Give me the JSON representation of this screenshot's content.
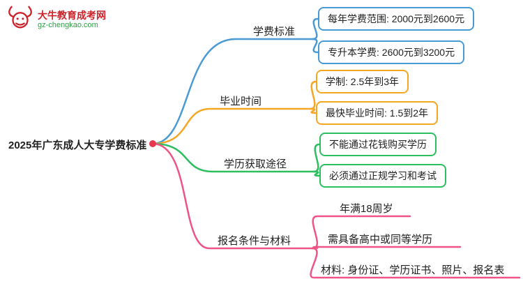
{
  "logo": {
    "title": "大牛教育成考网",
    "domain": "gz-chengkao.com",
    "icon": "bull-icon"
  },
  "root": {
    "label": "2025年广东成人大专学费标准"
  },
  "branches": [
    {
      "label": "学费标准",
      "color": "#4a9bd5",
      "children": [
        {
          "label": "每年学费范围: 2000元到2600元"
        },
        {
          "label": "专升本学费: 2600元到3200元"
        }
      ]
    },
    {
      "label": "毕业时间",
      "color": "#f5a623",
      "children": [
        {
          "label": "学制: 2.5年到3年"
        },
        {
          "label": "最快毕业时间: 1.5到2年"
        }
      ]
    },
    {
      "label": "学历获取途径",
      "color": "#2dbe60",
      "children": [
        {
          "label": "不能通过花钱购买学历"
        },
        {
          "label": "必须通过正规学习和考试"
        }
      ]
    },
    {
      "label": "报名条件与材料",
      "color": "#ee5586",
      "children": [
        {
          "label": "年满18周岁"
        },
        {
          "label": "需具备高中或同等学历"
        },
        {
          "label": "材料: 身份证、学历证书、照片、报名表"
        }
      ]
    }
  ],
  "colors": {
    "root_dot": "#e8384f",
    "logo_red": "#cc2229",
    "logo_green": "#2e9e46",
    "branch_blue": "#4a9bd5",
    "branch_orange": "#f5a623",
    "branch_green": "#2dbe60",
    "branch_pink": "#ee5586"
  }
}
